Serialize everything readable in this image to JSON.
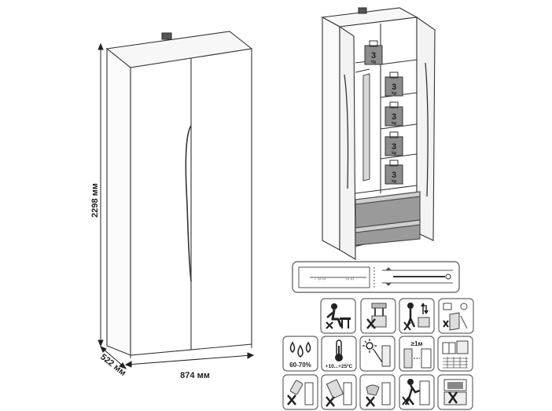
{
  "dimensions": {
    "height": "2298 мм",
    "width": "874 мм",
    "depth": "522 мм"
  },
  "shelf_load": {
    "value": "3",
    "unit": "kg",
    "count": 5
  },
  "conditions": {
    "humidity": "60-70%",
    "temperature": "+10...+25ºC",
    "distance": "≥1м"
  },
  "icon_grid": [
    [
      "person-on-chair-icon",
      "two-person-no-climb-icon",
      "lift-with-care-icon",
      "wall-mount-icon"
    ],
    [
      "humidity-icon",
      "temperature-icon",
      "sunlight-icon",
      "distance-from-heat-icon",
      "room-icon"
    ],
    [
      "no-solvent-cleaning-icon",
      "no-loose-doors-icon",
      "no-wet-cloth-icon",
      "no-pushing-icon",
      "no-tv-on-top-icon"
    ]
  ]
}
